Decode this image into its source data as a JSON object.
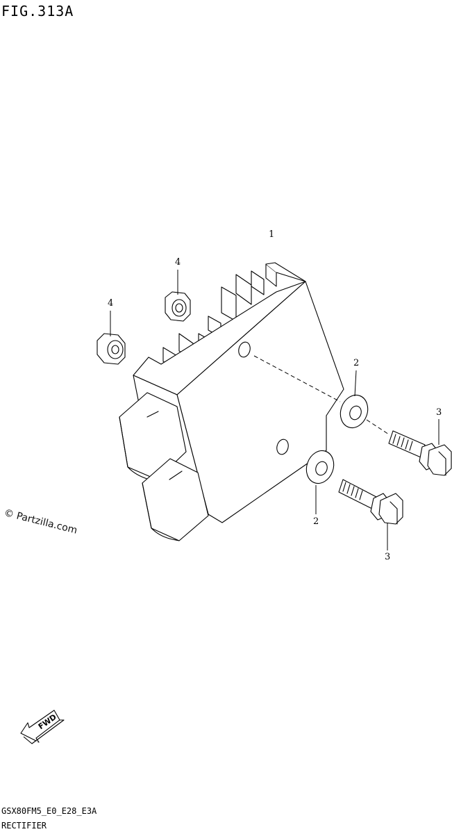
{
  "figure": {
    "title": "FIG.313A",
    "code": "GSX80FM5_E0_E28_E3A",
    "name": "RECTIFIER"
  },
  "callouts": {
    "rectifier": "1",
    "washer_upper": "2",
    "washer_lower": "2",
    "bolt_upper": "3",
    "bolt_lower": "3",
    "nut_upper": "4",
    "nut_left": "4"
  },
  "watermark": "© Partzilla.com",
  "fwd_label": "FWD",
  "icons": {
    "fwd_arrow": "fwd-arrow-icon"
  }
}
